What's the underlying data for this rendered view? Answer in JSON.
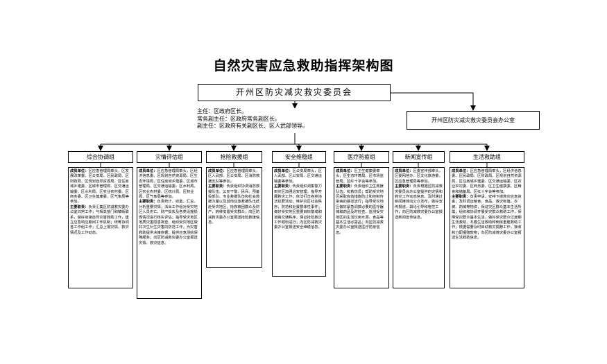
{
  "title": "自然灾害应急救助指挥架构图",
  "committee": "开州区防灾减灾救灾委员会",
  "leaders": [
    "主任：区政府区长。",
    "常务副主任：区政府常务副区长。",
    "副主任：区政府有关副区长、区人武部领导。"
  ],
  "office": "开州区防灾减灾救灾委员会办公室",
  "unit_label": "成员单位：",
  "duty_label": "主要职责：",
  "groups": [
    {
      "name": "综合协调组",
      "members": "区应急管理局牵头，区发展改革委、区公安局、区民政局、区财政局、区规划自然资源局、区住房城乡建委、区城市管理局、区交通运输委、区水利局、区农业农村委、区商务委、区卫生健康委、区气象局等参加。",
      "duties": "负责汇集区防减救灾委办公室日常工作；与相关部门和镇街联系，做好衔接自然灾害救助工作，建立应急响应期间工作机制；统筹协调各工作组工作；汇总上报灾情、救灾情况及工作动态。"
    },
    {
      "name": "灾情评估组",
      "members": "区应急管理局牵头，区经济信息委、区规划自然资源局、区生态环境局、区住房城乡建委、区城市管理局、区交通运输委、区水利局、区农业农村委、区统计局、区林业局、区气象局等参加。",
      "duties": "负责统计、收集、汇总、分析重要灾情；派出工作组对受灾地区人员伤亡、财产损失及各类设施损毁情况进行核实评估；指导受灾地区地质灾害隐患排查、组织受灾地区做好次生衍生灾害的防范工作，为灾害救助提供决策依据；提供应急测绘保障服务；向区防减救灾委办公室报送灾情、救灾信息。"
    },
    {
      "name": "抢险救援组",
      "members": "区应急管理局牵头，区人武部、区公安局、区消防救援支队等参加。",
      "duties": "负责组织协调消防救援队伍、公安干警、民兵、预备役部队、专业救援队伍和社会救援力量以及其他应急救援队伍赶赴受灾地区，抢救被困群众及财产，转移安置受灾群众；向区防减救灾委办公室报送抢险救援信息。"
    },
    {
      "name": "安全维稳组",
      "members": "区公安局牵头，区人武部、区公安局、区交通运输委等参加。",
      "duties": "负责组织调集警力到灾区加强治安管理，指导开展救灾工作；依法打击各类违法犯罪活动，维护灾区社会秩序，防范和处置群体性事件；做好受灾地区重要目标警戒和道路交通秩序，保证抢险救灾工作顺利进行；向区防减救灾委办公室报送安全维稳信息。"
    },
    {
      "name": "医疗防疫组",
      "members": "区卫生健康委牵头，区生态环境局、区市场监管局、区红十字会等参加。",
      "duties": "负责组织卫生救援队伍，抢救伤员；帮助受灾地区采取有效措施防止和控制传染病的暴发流行；指导受灾地区做好紧急调拨必要的医疗器械和药品及时检查、监测受灾地区的生活饮用水源、食品等基本生活必需品；向区防减救灾委办公室报送医疗防疫信息。"
    },
    {
      "name": "新闻宣传组",
      "members": "区委宣传部牵头，区委网信办、区文化旅游委、区应急管理局等参加。",
      "duties": "负责根据区防减救灾委员会办公室提供的灾情和救灾工作动态信息，及时通过新闻媒体向公众发布，做好宣传报道、舆论引导和管控工作；向区防减救灾委办公室报送新闻宣传信息。"
    },
    {
      "name": "生活救助组",
      "members": "区应急管理局牵头，区经济信息委、区民政局、区财政局、区规划自然资源局、区住房城乡建委、区交通运输委、区农业农村委、区商务委、区卫生健康委、区粮食和储备局、区红十字会等参加。",
      "duties": "负责申请、安排下拨救灾应急资金；及时调运粮食、食品、救灾帐篷、衣被、药械等物资，保证灾区群众基本生活所需；组织和协调开展受灾群众救助工作，保障受灾群众基本生活，做好受灾群众过渡期生活救助、冬春生活救助和倒房重建救助工作；根据需要及时启动救灾捐赠工作，接收和分配捐赠款物；向区防减救灾委办公室报送生活救助信息。"
    }
  ]
}
